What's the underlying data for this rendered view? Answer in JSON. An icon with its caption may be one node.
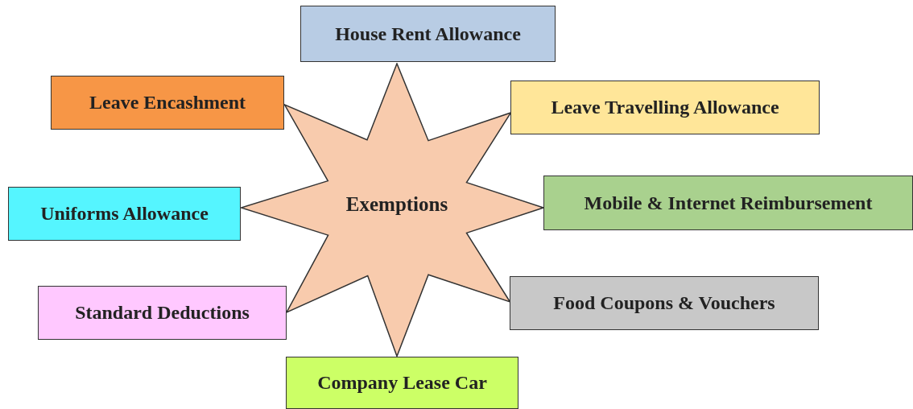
{
  "diagram": {
    "nodes": [
      {
        "text": [
          "House Rent Allowance"
        ]
      },
      {
        "text": [
          "Leave Encashment"
        ]
      },
      {
        "text": [
          "Leave Travelling Allowance"
        ]
      },
      {
        "text": [
          "Uniforms Allowance"
        ]
      },
      {
        "text": [
          "Exemptions"
        ]
      },
      {
        "text": [
          "Mobile & Internet Reimbursement"
        ]
      },
      {
        "text": [
          "Standard Deductions"
        ]
      },
      {
        "text": [
          "Food Coupons & Vouchers"
        ]
      },
      {
        "text": [
          "Company Lease Car"
        ]
      }
    ]
  }
}
